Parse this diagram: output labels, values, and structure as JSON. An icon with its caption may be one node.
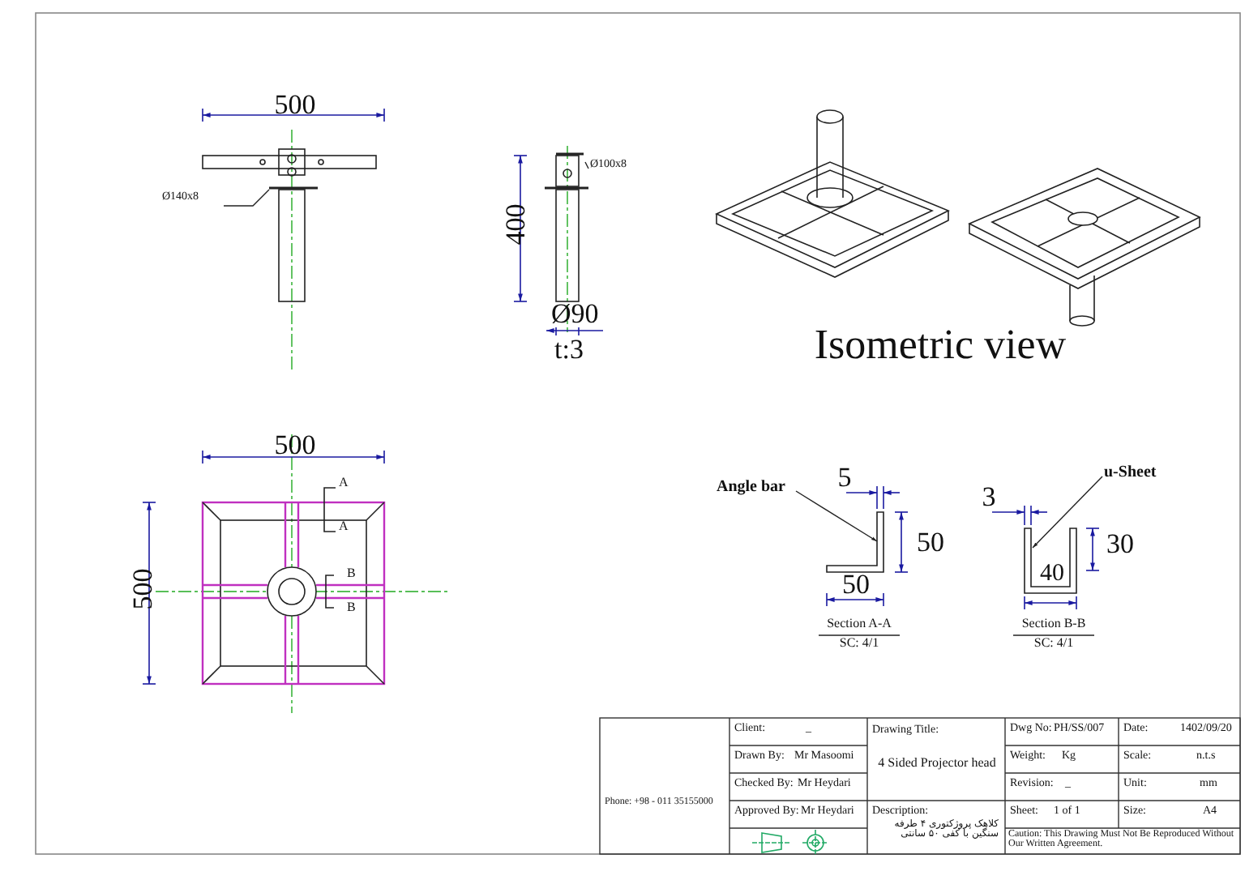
{
  "diagram": {
    "nodes": [
      {
        "text": [
          "Ø140x8"
        ]
      },
      {
        "text": [
          "Ø100x8"
        ]
      },
      {
        "text": [
          "Angle bar"
        ]
      },
      {
        "text": [
          "u-Sheet"
        ]
      },
      {
        "text": [],
        "shape": "picture"
      },
      {
        "text": [],
        "shape": "picture"
      }
    ],
    "edges": [
      {
        "from": 0,
        "to": null,
        "arrow": "none"
      },
      {
        "from": 1,
        "to": null,
        "arrow": "none"
      },
      {
        "from": 2,
        "to": 4,
        "arrow": "to"
      },
      {
        "from": 3,
        "to": 5,
        "arrow": "to"
      }
    ],
    "labels": [
      "500",
      "400",
      "Ø90",
      "t:3",
      "Isometric view",
      "500",
      "500",
      "A",
      "A",
      "B",
      "B",
      "5",
      "50",
      "50",
      "Section A-A",
      "SC: 4/1",
      "3",
      "30",
      "40",
      "Section B-B",
      "SC: 4/1",
      "Client:",
      "_",
      "Drawn By:",
      "Mr Masoomi",
      "Checked By:",
      "Mr Heydari",
      "Approved By:",
      "Mr Heydari",
      "Phone: +98 - 011 35155000",
      "Drawing Title:",
      "4 Sided Projector head",
      "Description:",
      "کلاهک پروژکتوری ۴ طرفه سنگین با کفی ۵۰ سانتی",
      "Dwg No:",
      "PH/SS/007",
      "Date:",
      "1402/09/20",
      "Weight:",
      "Kg",
      "Scale:",
      "n.t.s",
      "Revision:",
      "_",
      "Unit:",
      "mm",
      "Sheet:",
      "1 of 1",
      "Size:",
      "A4",
      "Caution: This Drawing Must Not Be Reproduced Without Our Written Agreement."
    ]
  }
}
